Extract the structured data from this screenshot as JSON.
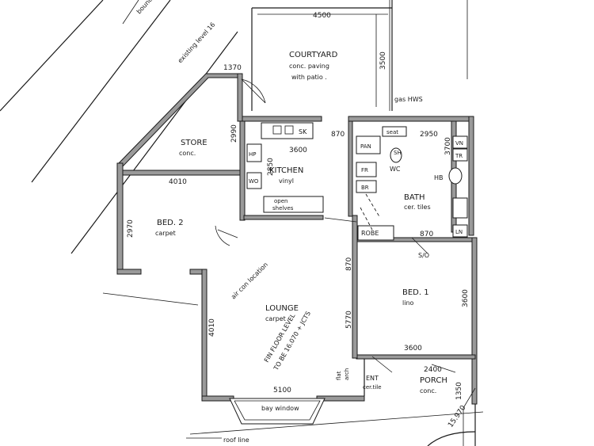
{
  "rooms": {
    "courtyard": {
      "name": "COURTYARD",
      "detail1": "conc. paving",
      "detail2": "with patio ."
    },
    "store": {
      "name": "STORE",
      "detail": "conc."
    },
    "kitchen": {
      "name": "KITCHEN",
      "detail": "vinyl"
    },
    "bed2": {
      "name": "BED. 2",
      "detail": "carpet"
    },
    "bath": {
      "name": "BATH",
      "detail": "cer. tiles"
    },
    "bed1": {
      "name": "BED. 1",
      "detail": "lino"
    },
    "lounge": {
      "name": "LOUNGE",
      "detail": "carpet"
    },
    "porch": {
      "name": "PORCH",
      "detail": "conc."
    },
    "ent": {
      "name": "ENT",
      "detail": "cer.tile"
    }
  },
  "fixtures": {
    "sk": "SK",
    "seat": "seat",
    "pan": "PAN",
    "sh": "SH",
    "fr": "FR",
    "wc": "WC",
    "br": "BR",
    "hb": "HB",
    "vn": "VN",
    "tr": "TR",
    "wo": "WO",
    "hp": "HP",
    "ln": "LN",
    "robe": "ROBE",
    "open_shelves_1": "open",
    "open_shelves_2": "shelves",
    "flat_arch_1": "flat",
    "flat_arch_2": "arch",
    "so": "S/O"
  },
  "dimensions": {
    "d4500": "4500",
    "d3500": "3500",
    "d1370": "1370",
    "d2990": "2990",
    "d3600_kitchen": "3600",
    "d870_top": "870",
    "d2950": "2950",
    "d3700": "3700",
    "d2850": "2850",
    "d4010_bed2": "4010",
    "d2970": "2970",
    "d870_robe": "870",
    "d870_lounge": "870",
    "d3600_bed1": "3600",
    "d4010_lounge": "4010",
    "d5770": "5770",
    "d3600_bottom": "3600",
    "d2400": "2400",
    "d5100": "5100",
    "d1350": "1350",
    "d15970": "15.970"
  },
  "notes": {
    "gas_hws": "gas HWS",
    "existing_level": "existing level 16",
    "boundary": "bound",
    "air_con": "air con location",
    "floor_level_1": "FIN FLOOR LEVEL",
    "floor_level_2": "TO BE 16.070 + JCTS",
    "bay_window": "bay window",
    "roof_line": "roof line"
  }
}
